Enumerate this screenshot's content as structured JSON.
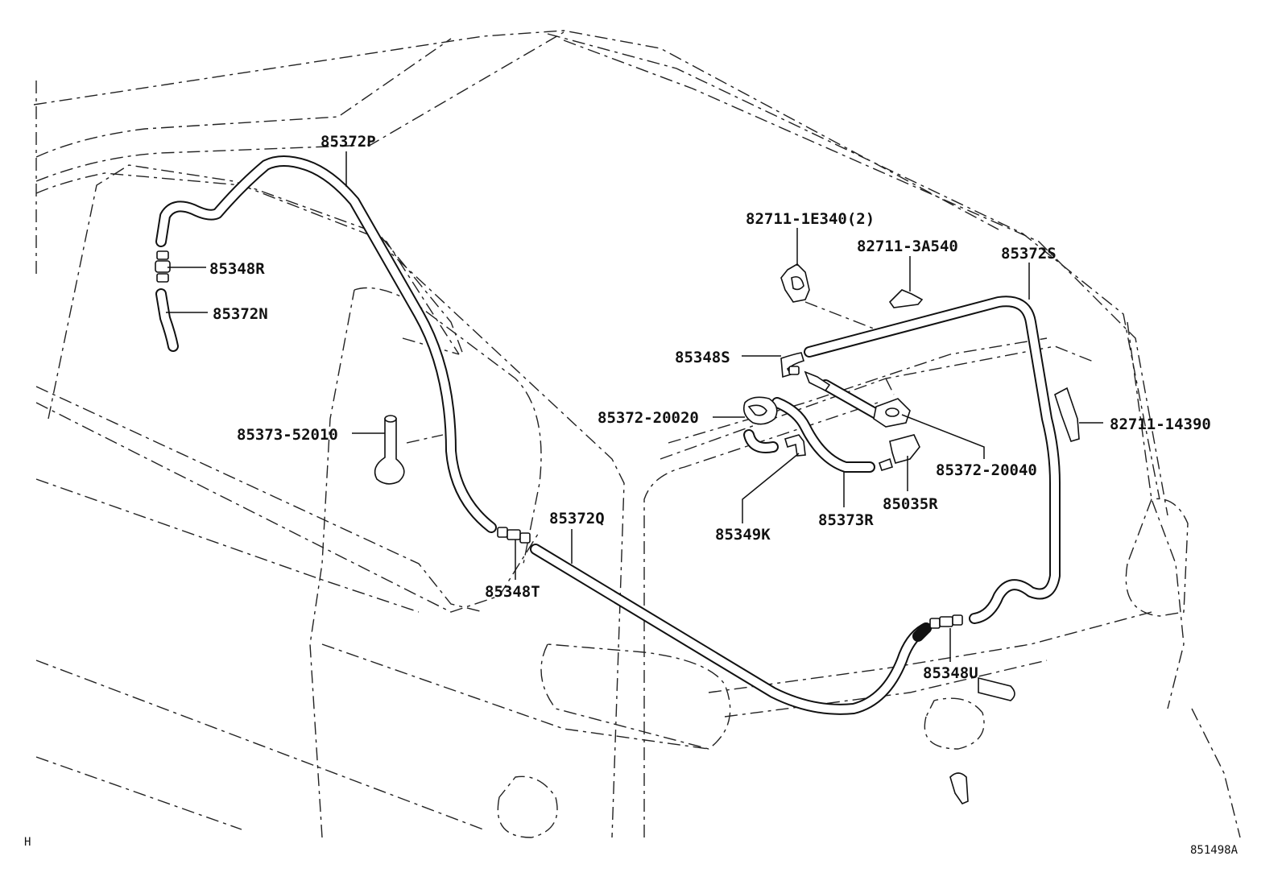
{
  "labels": {
    "p85372P": "85372P",
    "p85348R": "85348R",
    "p85372N": "85372N",
    "p85373_52010": "85373-52010",
    "p85372Q": "85372Q",
    "p85348T": "85348T",
    "p82711_1E340": "82711-1E340(2)",
    "p82711_3A540": "82711-3A540",
    "p85372S": "85372S",
    "p85348S": "85348S",
    "p85372_20020": "85372-20020",
    "p82711_14390": "82711-14390",
    "p85372_20040": "85372-20040",
    "p85035R": "85035R",
    "p85373R": "85373R",
    "p85349K": "85349K",
    "p85348U": "85348U"
  },
  "corner_left": "H",
  "corner_right": "851498A"
}
